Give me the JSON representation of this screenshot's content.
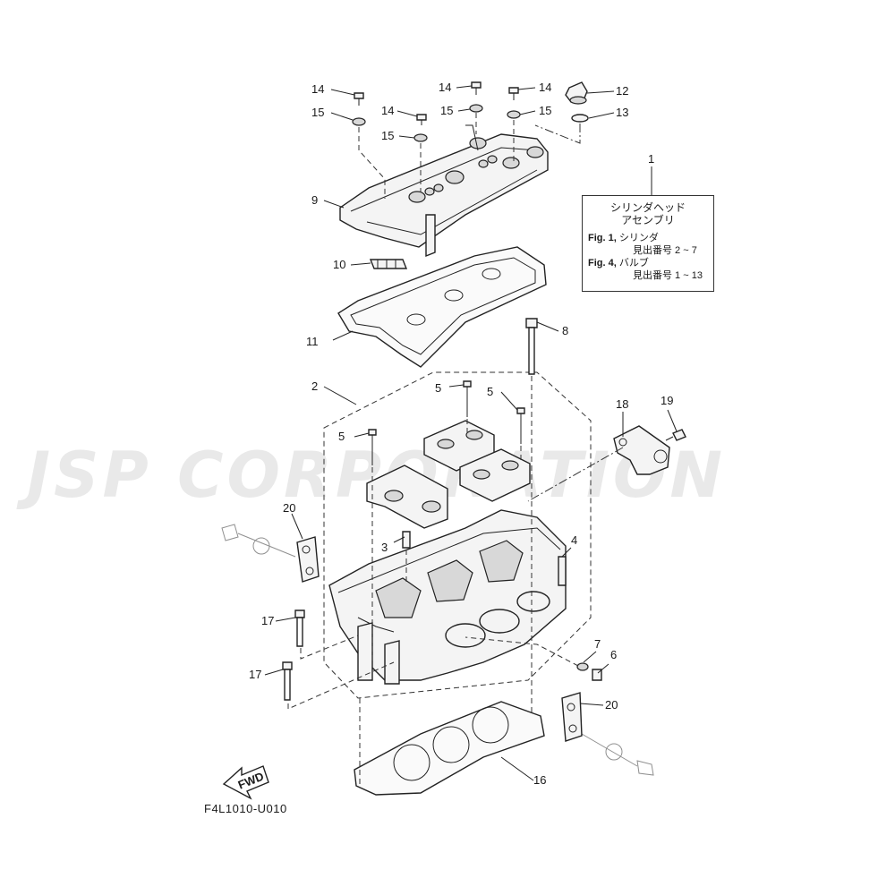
{
  "watermark": "JSP CORPORATION",
  "drawing_code": "F4L1010-U010",
  "fwd_label": "FWD",
  "note": {
    "title_line1": "シリンダヘッド",
    "title_line2": "アセンブリ",
    "fig1_label": "Fig. 1,",
    "fig1_text": "シリンダ",
    "fig1_range": "見出番号 2 ~ 7",
    "fig4_label": "Fig. 4,",
    "fig4_text": "バルブ",
    "fig4_range": "見出番号 1 ~ 13"
  },
  "callouts": [
    {
      "id": "c1",
      "text": "1"
    },
    {
      "id": "c2",
      "text": "2"
    },
    {
      "id": "c3",
      "text": "3"
    },
    {
      "id": "c4",
      "text": "4"
    },
    {
      "id": "c5a",
      "text": "5"
    },
    {
      "id": "c5b",
      "text": "5"
    },
    {
      "id": "c5c",
      "text": "5"
    },
    {
      "id": "c6",
      "text": "6"
    },
    {
      "id": "c7",
      "text": "7"
    },
    {
      "id": "c8",
      "text": "8"
    },
    {
      "id": "c9",
      "text": "9"
    },
    {
      "id": "c10",
      "text": "10"
    },
    {
      "id": "c11",
      "text": "11"
    },
    {
      "id": "c12",
      "text": "12"
    },
    {
      "id": "c13",
      "text": "13"
    },
    {
      "id": "c14a",
      "text": "14"
    },
    {
      "id": "c14b",
      "text": "14"
    },
    {
      "id": "c14c",
      "text": "14"
    },
    {
      "id": "c14d",
      "text": "14"
    },
    {
      "id": "c15a",
      "text": "15"
    },
    {
      "id": "c15b",
      "text": "15"
    },
    {
      "id": "c15c",
      "text": "15"
    },
    {
      "id": "c15d",
      "text": "15"
    },
    {
      "id": "c16",
      "text": "16"
    },
    {
      "id": "c17a",
      "text": "17"
    },
    {
      "id": "c17b",
      "text": "17"
    },
    {
      "id": "c18",
      "text": "18"
    },
    {
      "id": "c19",
      "text": "19"
    },
    {
      "id": "c20a",
      "text": "20"
    },
    {
      "id": "c20b",
      "text": "20"
    }
  ]
}
